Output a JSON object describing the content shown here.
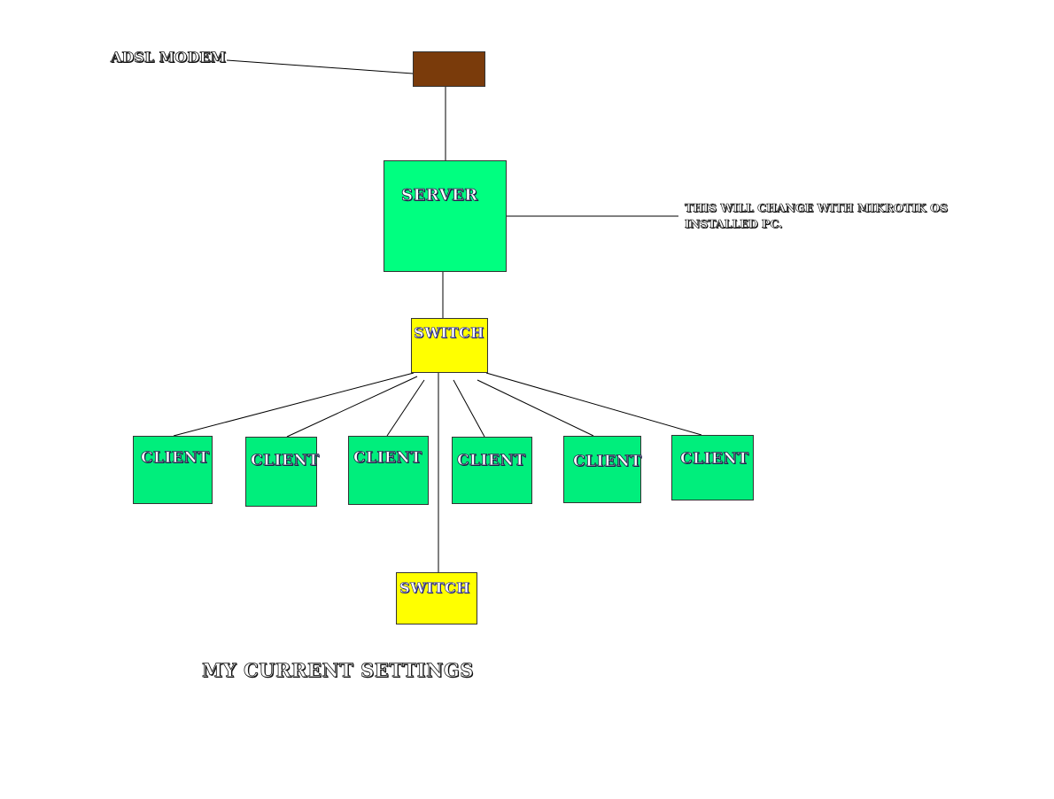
{
  "colors": {
    "modem": "#7a3b0b",
    "server": "#00ff80",
    "switch": "#ffff00",
    "client": "#00ee7c",
    "line": "#000000"
  },
  "modem_label": "ADSL MODEM",
  "server": {
    "label": "SERVER"
  },
  "switches": [
    {
      "label": "SWITCH"
    },
    {
      "label": "SWITCH"
    }
  ],
  "clients": [
    {
      "label": "CLIENT"
    },
    {
      "label": "CLIENT"
    },
    {
      "label": "CLIENT"
    },
    {
      "label": "CLIENT"
    },
    {
      "label": "CLIENT"
    },
    {
      "label": "CLIENT"
    }
  ],
  "note": {
    "line1": "THIS WILL CHANGE WITH MIKROTIK OS",
    "line2": "INSTALLED PC."
  },
  "caption": "MY CURRENT SETTINGS"
}
